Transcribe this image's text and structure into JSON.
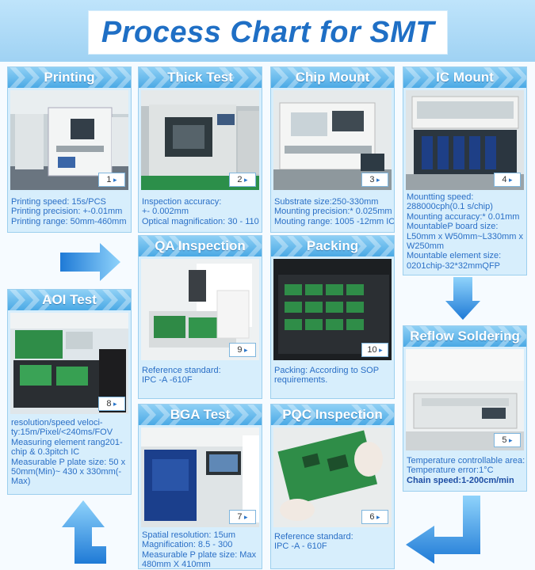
{
  "title": "Process Chart for SMT",
  "steps": [
    {
      "num": "1",
      "title": "Printing",
      "desc": [
        "Printing speed: 15s/PCS",
        "Printing precision: +-0.01mm",
        "Printing range: 50mm-460mm"
      ]
    },
    {
      "num": "2",
      "title": "Thick Test",
      "desc": [
        "Inspection accuracy:",
        "+- 0.002mm",
        "Optical magnification: 30 - 110"
      ]
    },
    {
      "num": "3",
      "title": "Chip Mount",
      "desc": [
        "Substrate size:250-330mm",
        "Mounting precision:* 0.025mm",
        "Mouting range: 1005 -12mm IC"
      ]
    },
    {
      "num": "4",
      "title": "IC Mount",
      "desc": [
        "Mountting speed:",
        "288000cph(0.1 s/chip)",
        "Mounting accuracy:* 0.01mm",
        "MountableP board size:",
        "L50mm x W50mm~L330mm x",
        "W250mm",
        "Mountable element size:",
        "0201chip-32*32mmQFP"
      ]
    },
    {
      "num": "5",
      "title": "Reflow Soldering",
      "desc": [
        "Temperature controllable area:",
        "Temperature error:1°C"
      ],
      "desc_bold": "Chain speed:1-200cm/min"
    },
    {
      "num": "6",
      "title": "PQC Inspection",
      "desc": [
        "Reference standard:",
        "IPC -A - 610F"
      ]
    },
    {
      "num": "7",
      "title": "BGA Test",
      "desc": [
        "Spatial resolution: 15um",
        "Magnification: 8.5 - 300",
        "Measurable P plate size: Max",
        "480mm X 410mm"
      ]
    },
    {
      "num": "8",
      "title": "AOI Test",
      "desc": [
        "resolution/speed veloci-",
        "ty:15m/Pixel/<240ms/FOV",
        "Measuring element rang201-",
        "chip & 0.3pitch IC",
        "Measurable P plate size: 50 x",
        "50mm(Min)~ 430 x 330mm(-",
        "Max)"
      ]
    },
    {
      "num": "9",
      "title": "QA Inspection",
      "desc": [
        "Reference standard:",
        "IPC -A -610F"
      ]
    },
    {
      "num": "10",
      "title": "Packing",
      "desc": [
        "Packing: According to SOP",
        "requirements."
      ]
    }
  ],
  "colors": {
    "accent": "#1f6fc5",
    "header": "#4aa9e5",
    "card": "#d7eefc",
    "text": "#2a6fc6"
  }
}
